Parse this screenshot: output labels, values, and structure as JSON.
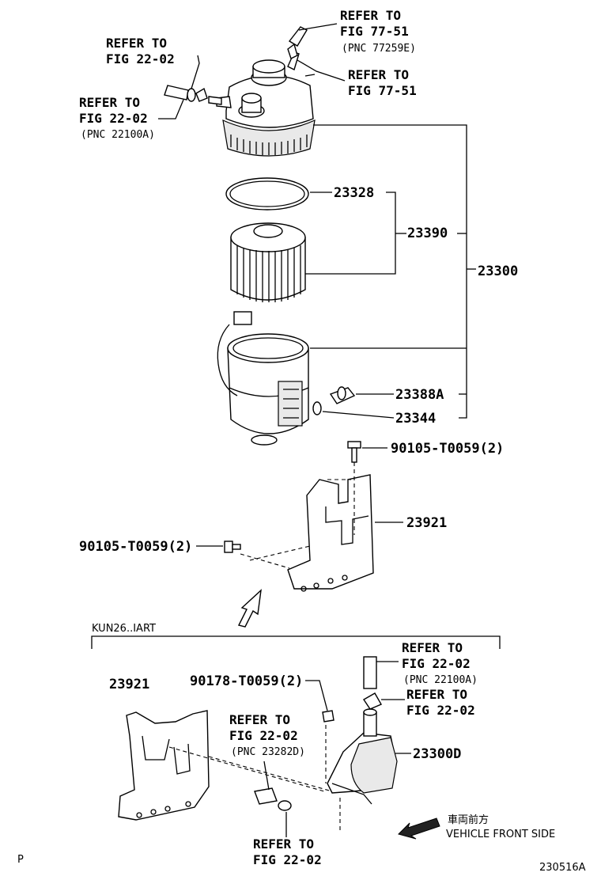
{
  "refs": {
    "r1": [
      "REFER TO",
      "FIG 77-51",
      "(PNC 77259E)"
    ],
    "r2": [
      "REFER TO",
      "FIG 22-02"
    ],
    "r3": [
      "REFER TO",
      "FIG 77-51"
    ],
    "r4": [
      "REFER TO",
      "FIG 22-02",
      "(PNC 22100A)"
    ],
    "r5": [
      "REFER TO",
      "FIG 22-02",
      "(PNC 22100A)"
    ],
    "r6": [
      "REFER TO",
      "FIG 22-02"
    ],
    "r7": [
      "REFER TO",
      "FIG 22-02",
      "(PNC 23282D)"
    ],
    "r8": [
      "REFER TO",
      "FIG 22-02"
    ]
  },
  "parts": {
    "p23328": "23328",
    "p23390": "23390",
    "p23300": "23300",
    "p23388A": "23388A",
    "p23344": "23344",
    "bolt_top": "90105-T0059(2)",
    "p23921_top": "23921",
    "bolt_left": "90105-T0059(2)",
    "p23921_bottom": "23921",
    "nut": "90178-T0059(2)",
    "p23300D": "23300D"
  },
  "section_label": "KUN26..IART",
  "front": {
    "jp": "車両前方",
    "en": "VEHICLE FRONT SIDE"
  },
  "corner_code": "P",
  "figure_id": "230516A"
}
